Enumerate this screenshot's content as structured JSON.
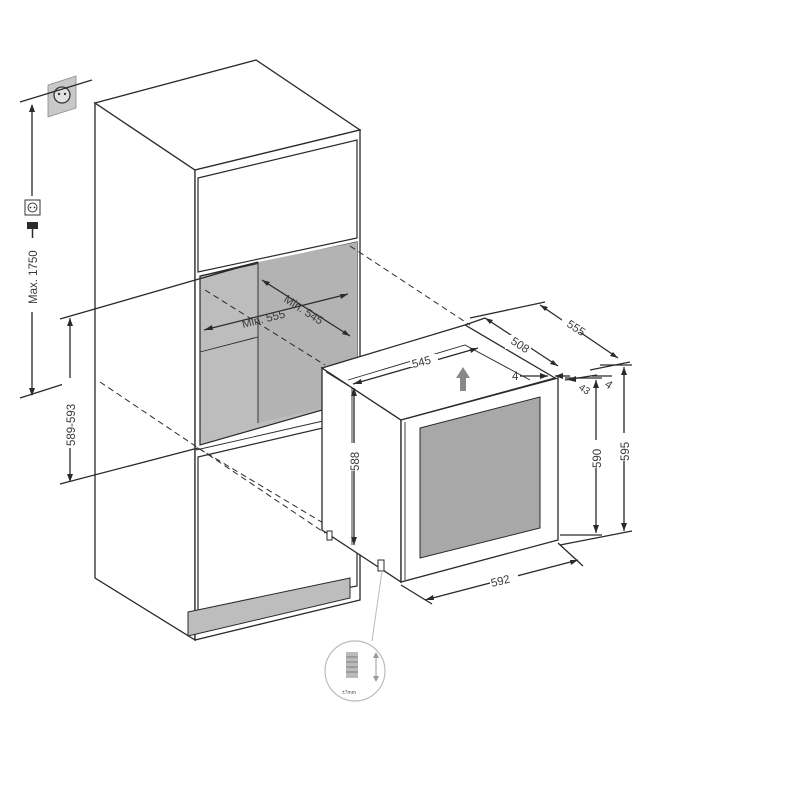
{
  "labels": {
    "max_height": "Max. 1750",
    "niche_height": "589-593",
    "min_width": "Min. 555",
    "min_depth": "Min. 545",
    "top_width": "545",
    "top_depth": "508",
    "outer_depth": "555",
    "gap_4a": "4",
    "gap_4b": "4",
    "door_offset": "43",
    "body_height": "590",
    "total_height": "595",
    "side_height": "588",
    "total_width": "592",
    "foot_adjust": "±7mm"
  },
  "icons": [
    "wall-socket-icon",
    "plug-socket-icon",
    "arrow-up-icon",
    "adjustable-foot-icon"
  ],
  "colors": {
    "cabinet_fill": "#ffffff",
    "niche_fill": "#bdbdbd",
    "glass_fill": "#a8a8a8",
    "line": "#2a2a2a"
  }
}
